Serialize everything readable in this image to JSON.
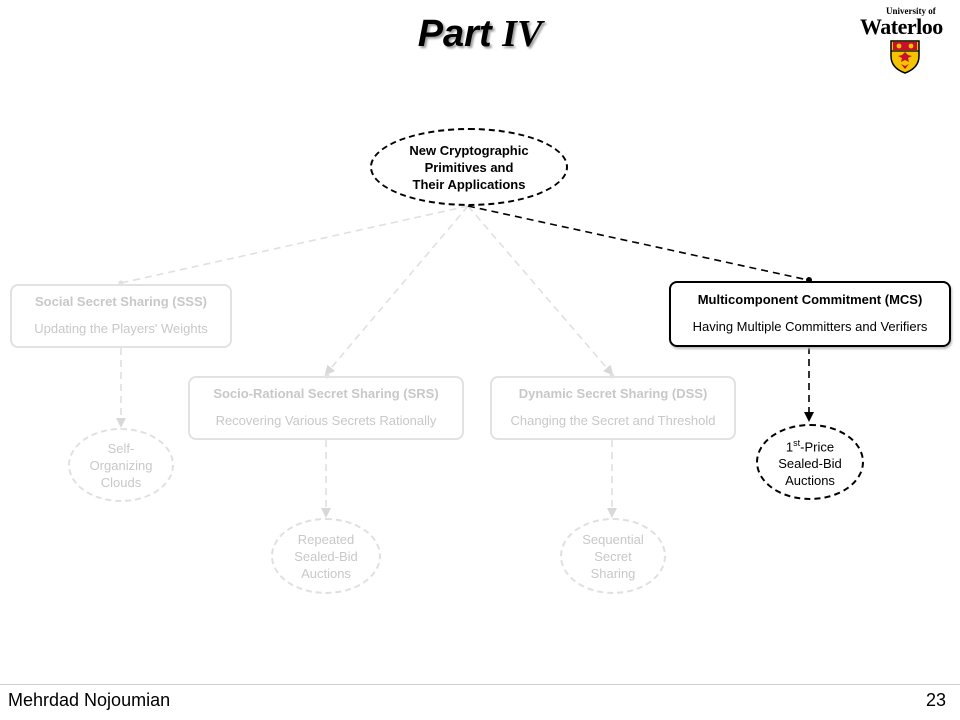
{
  "slide": {
    "title_main": "Part",
    "title_numeral": "IV",
    "author": "Mehrdad Nojoumian",
    "page_number": "23"
  },
  "logo": {
    "line1": "University of",
    "line2": "Waterloo"
  },
  "diagram": {
    "root": [
      "New Cryptographic",
      "Primitives and",
      "Their Applications"
    ],
    "sss": {
      "title": "Social Secret Sharing (SSS)",
      "subtitle": "Updating the Players' Weights"
    },
    "srs": {
      "title": "Socio-Rational Secret Sharing (SRS)",
      "subtitle": "Recovering Various Secrets Rationally"
    },
    "dss": {
      "title": "Dynamic Secret Sharing (DSS)",
      "subtitle": "Changing the Secret and Threshold"
    },
    "mcs": {
      "title": "Multicomponent Commitment (MCS)",
      "subtitle": "Having Multiple Committers and Verifiers"
    },
    "leaf_sss": [
      "Self-",
      "Organizing",
      "Clouds"
    ],
    "leaf_srs": [
      "Repeated",
      "Sealed-Bid",
      "Auctions"
    ],
    "leaf_dss": [
      "Sequential",
      "Secret",
      "Sharing"
    ],
    "leaf_mcs": {
      "prefix": "1",
      "sup": "st",
      "rest": "-Price",
      "line2": "Sealed-Bid",
      "line3": "Auctions"
    }
  },
  "colors": {
    "active": "#000000",
    "faded": "#e0e0e0",
    "faded_text": "#c8c8c8"
  }
}
